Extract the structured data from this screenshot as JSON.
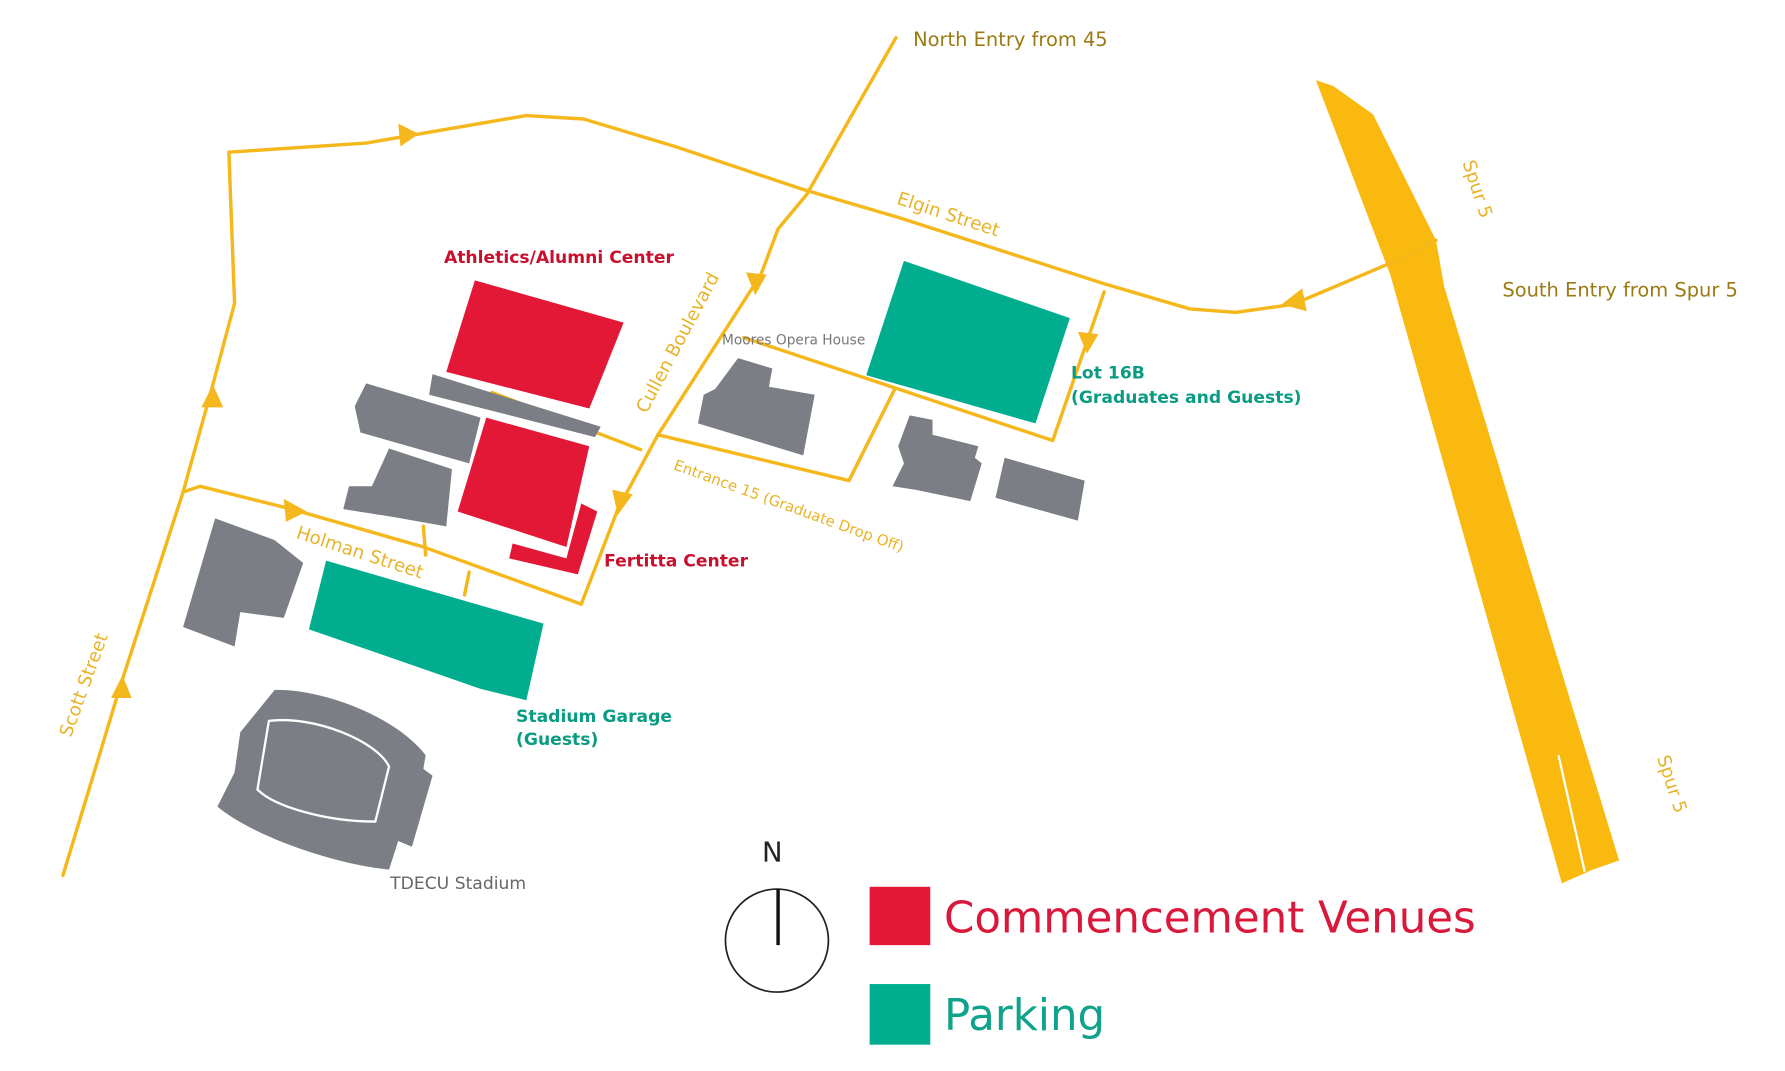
{
  "map": {
    "streets": {
      "scott": "Scott Street",
      "holman": "Holman Street",
      "cullen": "Cullen Boulevard",
      "elgin": "Elgin Street",
      "entrance15": "Entrance 15 (Graduate Drop Off)",
      "spur_upper": "Spur 5",
      "spur_lower": "Spur 5"
    },
    "entries": {
      "north": "North Entry from 45",
      "south": "South Entry from Spur 5"
    },
    "venues": {
      "athletics": "Athletics/Alumni Center",
      "fertitta": "Fertitta Center"
    },
    "parking": {
      "lot16b_line1": "Lot 16B",
      "lot16b_line2": "(Graduates and Guests)",
      "garage_line1": "Stadium Garage",
      "garage_line2": "(Guests)"
    },
    "buildings": {
      "opera": "Moores Opera House",
      "stadium": "TDECU Stadium"
    },
    "compass": "N",
    "colors": {
      "road": "#F5B81C",
      "venue": "#E31837",
      "parking": "#00AE8F",
      "building": "#7B7F85"
    }
  },
  "legend": {
    "items": [
      {
        "label": "Commencement Venues",
        "color": "#E31837"
      },
      {
        "label": "Parking",
        "color": "#00AE8F"
      }
    ]
  }
}
